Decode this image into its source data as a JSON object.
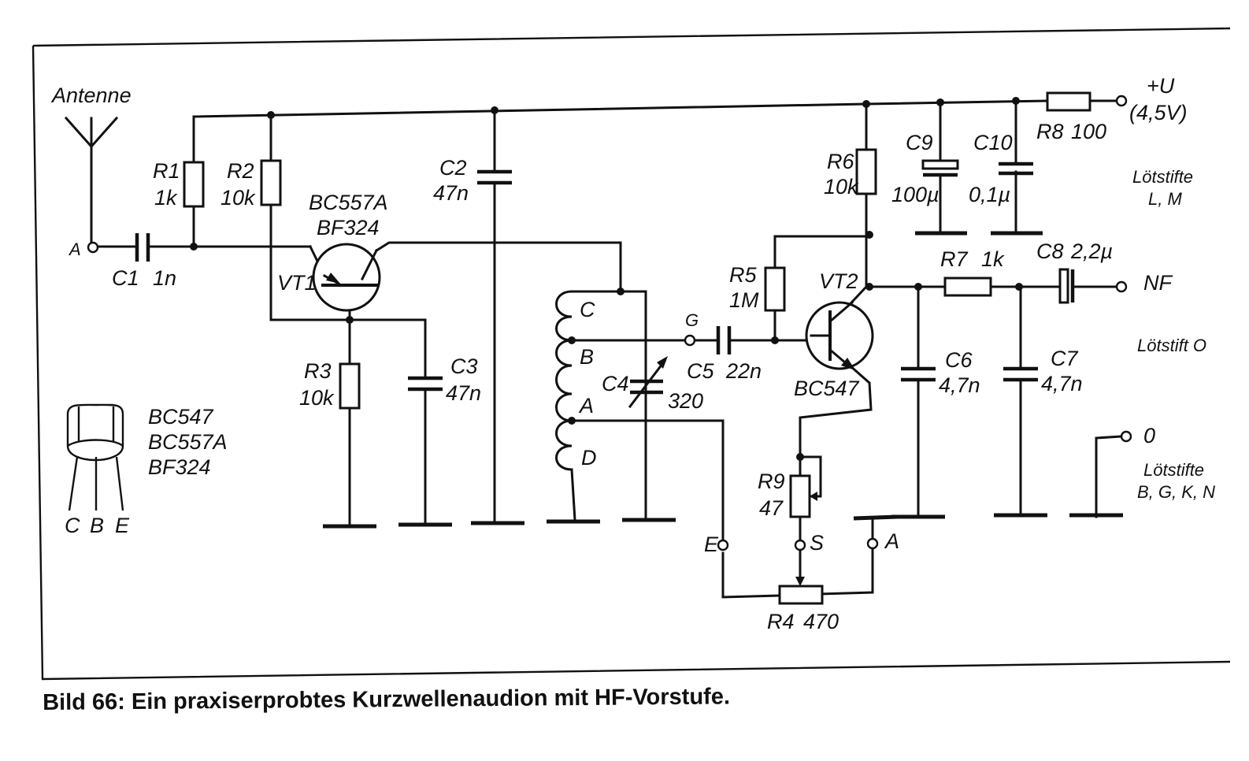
{
  "caption": "Bild 66: Ein praxiserprobtes Kurzwellenaudion mit HF-Vorstufe.",
  "labels": {
    "antenne": "Antenne",
    "term_a_left": "A",
    "c1": "C1",
    "c1_val": "1n",
    "r1": "R1",
    "r1_val": "1k",
    "r2": "R2",
    "r2_val": "10k",
    "vt1_types_1": "BC557A",
    "vt1_types_2": "BF324",
    "vt1": "VT1",
    "r3": "R3",
    "r3_val": "10k",
    "c3": "C3",
    "c3_val": "47n",
    "c2": "C2",
    "c2_val": "47n",
    "coil_c": "C",
    "coil_b": "B",
    "coil_a": "A",
    "coil_d": "D",
    "c4": "C4",
    "c4_val": "320",
    "term_g": "G",
    "c5": "C5",
    "c5_val": "22n",
    "r5": "R5",
    "r5_val": "1M",
    "vt2": "VT2",
    "vt2_type": "BC547",
    "r6": "R6",
    "r6_val": "10k",
    "c9": "C9",
    "c9_val": "100µ",
    "c10": "C10",
    "c10_val": "0,1µ",
    "r8": "R8",
    "r8_val": "100",
    "plus_u": "+U",
    "plus_u_val": "(4,5V)",
    "loetstifte_lm_1": "Lötstifte",
    "loetstifte_lm_2": "L, M",
    "r7": "R7",
    "r7_val": "1k",
    "c8": "C8",
    "c8_val": "2,2µ",
    "nf": "NF",
    "loetstift_o": "Lötstift O",
    "c6": "C6",
    "c6_val": "4,7n",
    "c7": "C7",
    "c7_val": "4,7n",
    "zero": "0",
    "loetstifte_bgkn_1": "Lötstifte",
    "loetstifte_bgkn_2": "B, G, K, N",
    "r9": "R9",
    "r9_val": "47",
    "term_e": "E",
    "term_s": "S",
    "term_a_right": "A",
    "r4": "R4",
    "r4_val": "470",
    "pin_types_1": "BC547",
    "pin_types_2": "BC557A",
    "pin_types_3": "BF324",
    "pin_c": "C",
    "pin_b": "B",
    "pin_e": "E"
  }
}
